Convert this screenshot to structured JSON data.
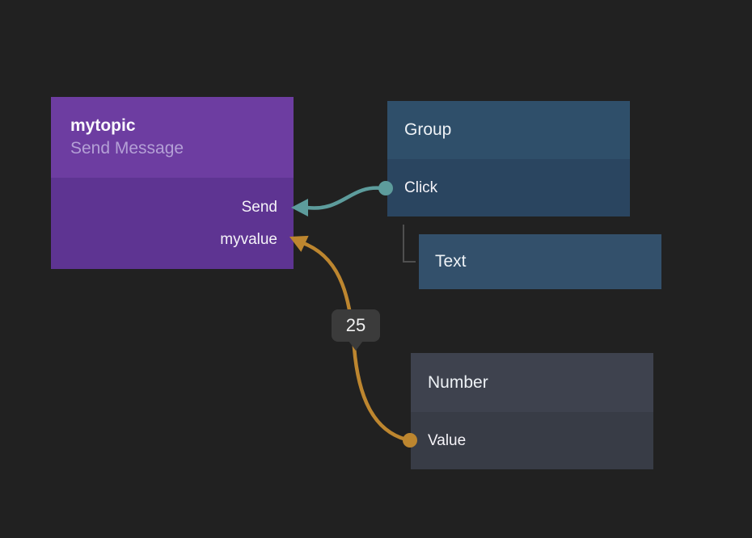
{
  "canvas": {
    "background_color": "#212121"
  },
  "nodes": {
    "send_message": {
      "title": "mytopic",
      "subtitle": "Send Message",
      "header_color": "#6d3da1",
      "body_color": "#5e3492",
      "subtitle_color": "#b4a0d6",
      "inputs": [
        {
          "label": "Send"
        },
        {
          "label": "myvalue"
        }
      ]
    },
    "group": {
      "title": "Group",
      "header_color": "#2f4f6a",
      "body_color": "#2a4560",
      "outputs": [
        {
          "label": "Click"
        }
      ]
    },
    "text": {
      "title": "Text",
      "color": "#33506b"
    },
    "number": {
      "title": "Number",
      "header_color": "#3e424e",
      "body_color": "#383c46",
      "outputs": [
        {
          "label": "Value"
        }
      ]
    }
  },
  "connections": {
    "signal": {
      "from": "Group.Click",
      "to": "mytopic.Send",
      "color": "#5d9c9c"
    },
    "value": {
      "from": "Number.Value",
      "to": "mytopic.myvalue",
      "color": "#bd862f",
      "badge": "25"
    }
  },
  "hierarchy": {
    "parent": "Group",
    "child": "Text",
    "line_color": "#4f4f4f"
  },
  "tooltip": {
    "background": "#3b3b3b",
    "text_color": "#f0f0f0"
  }
}
